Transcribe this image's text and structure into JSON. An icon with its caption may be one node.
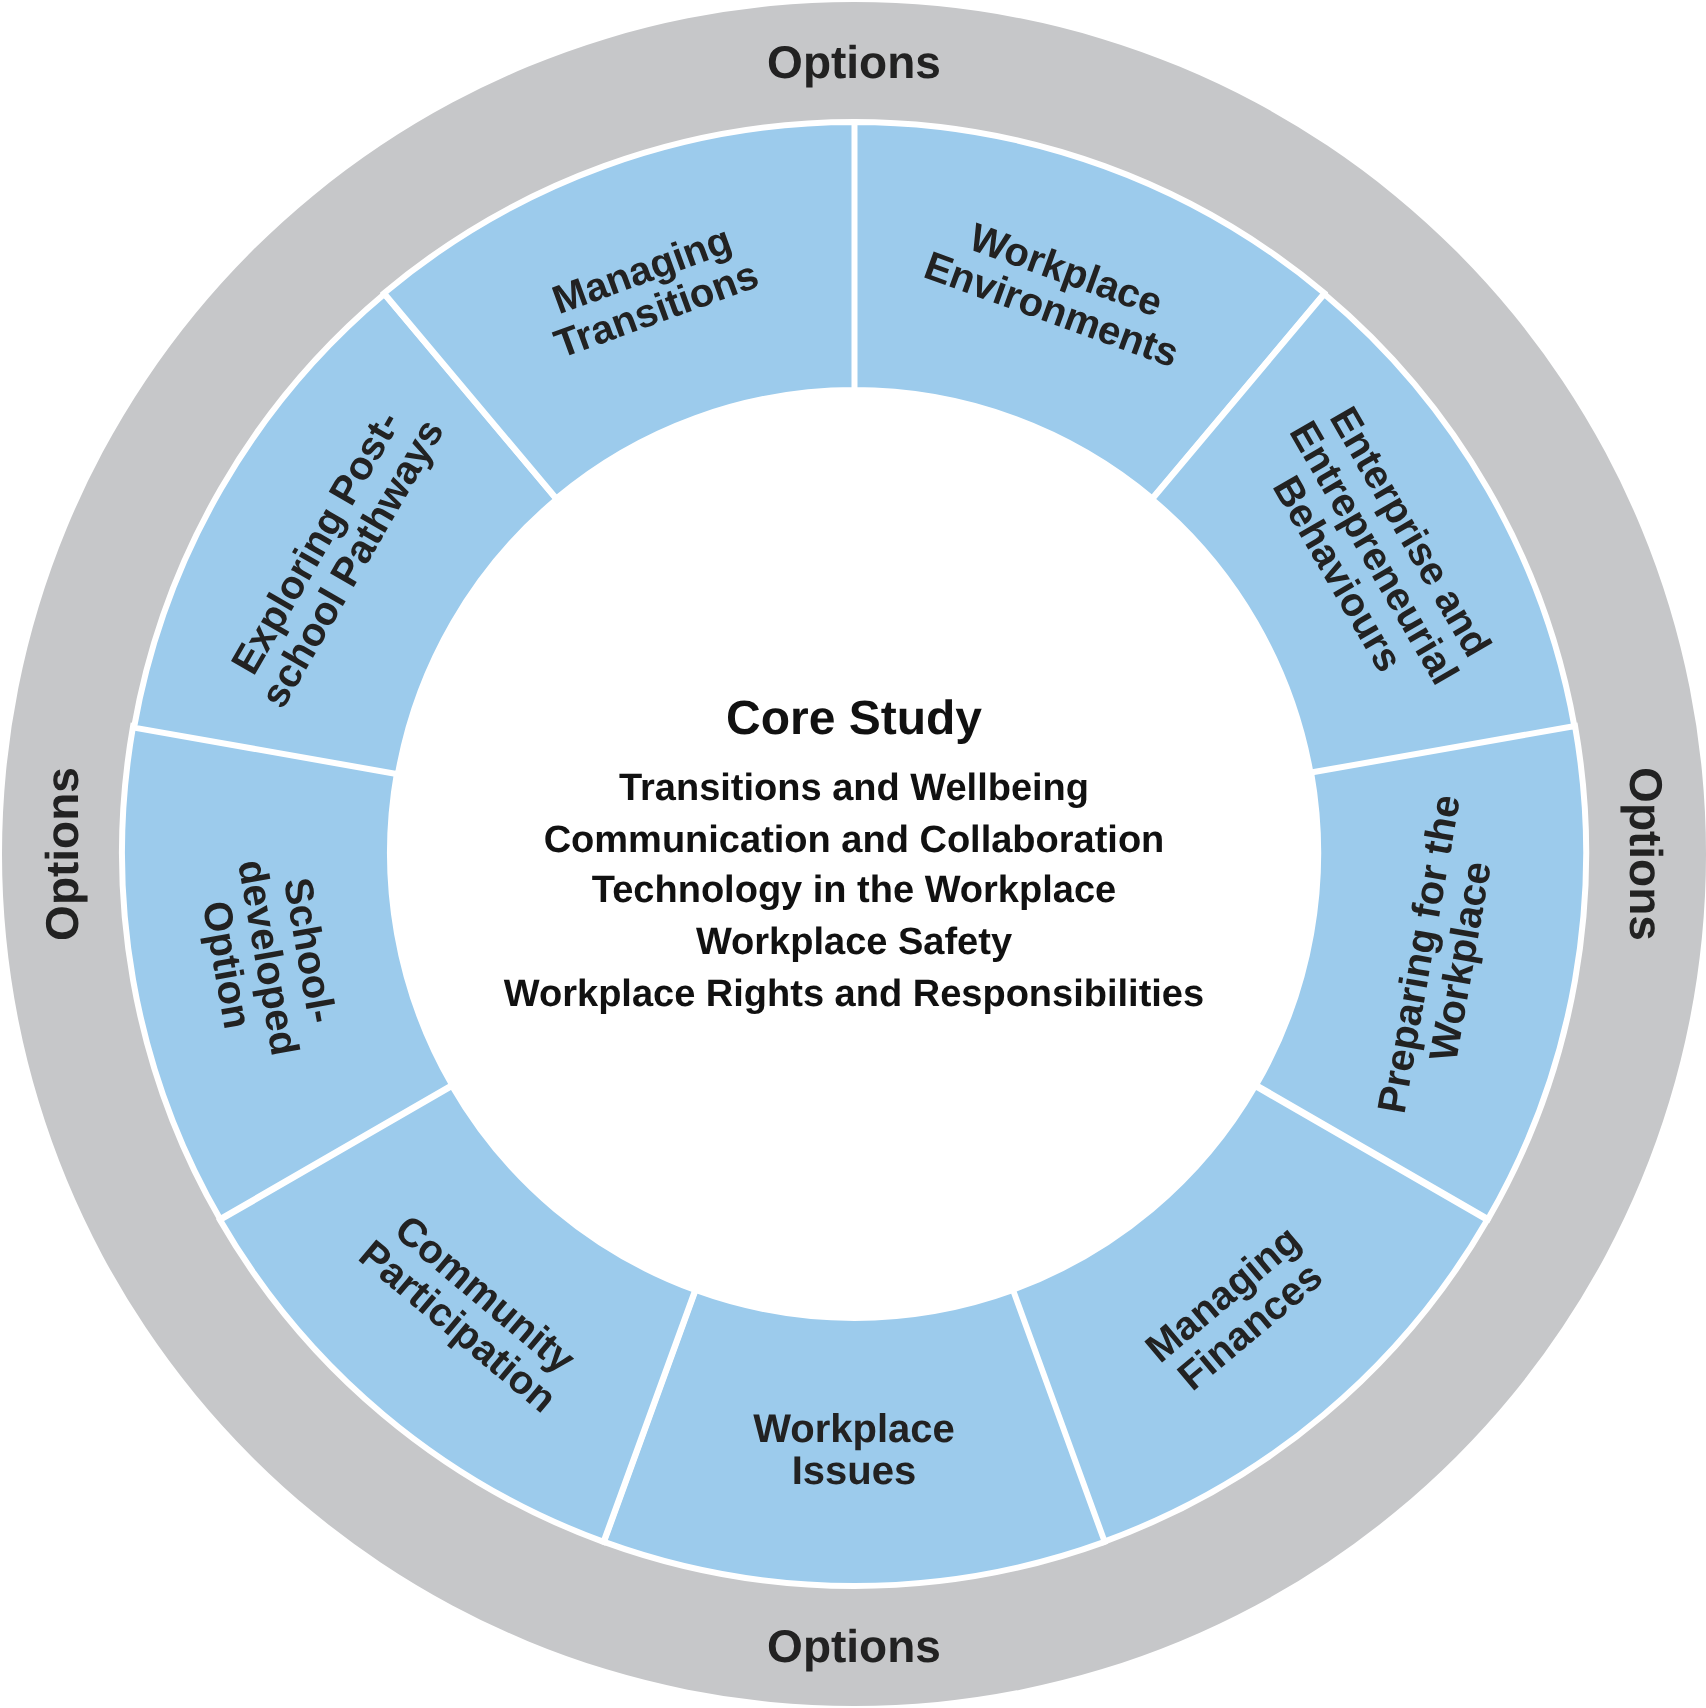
{
  "diagram": {
    "nodes": [
      {
        "text": [
          "Options",
          "Options",
          "Options",
          "Options"
        ]
      },
      {
        "text": [
          "Workplace Environments"
        ],
        "in": 0
      },
      {
        "text": [
          "Enterprise and Entrepreneurial Behaviours"
        ],
        "in": 0
      },
      {
        "text": [
          "Preparing for the Workplace"
        ],
        "in": 0
      },
      {
        "text": [
          "Managing Finances"
        ],
        "in": 0
      },
      {
        "text": [
          "Workplace Issues"
        ],
        "in": 0
      },
      {
        "text": [
          "Community Participation"
        ],
        "in": 0
      },
      {
        "text": [
          "School-developed Option"
        ],
        "in": 0
      },
      {
        "text": [
          "Exploring Post-school Pathways"
        ],
        "in": 0
      },
      {
        "text": [
          "Managing Transitions"
        ],
        "in": 0
      },
      {
        "text": [
          "Core Study",
          "Transitions and Wellbeing",
          "Communication and Collaboration",
          "Technology in the Workplace",
          "Workplace Safety",
          "Workplace Rights and Responsibilities"
        ],
        "in": 0
      }
    ]
  }
}
